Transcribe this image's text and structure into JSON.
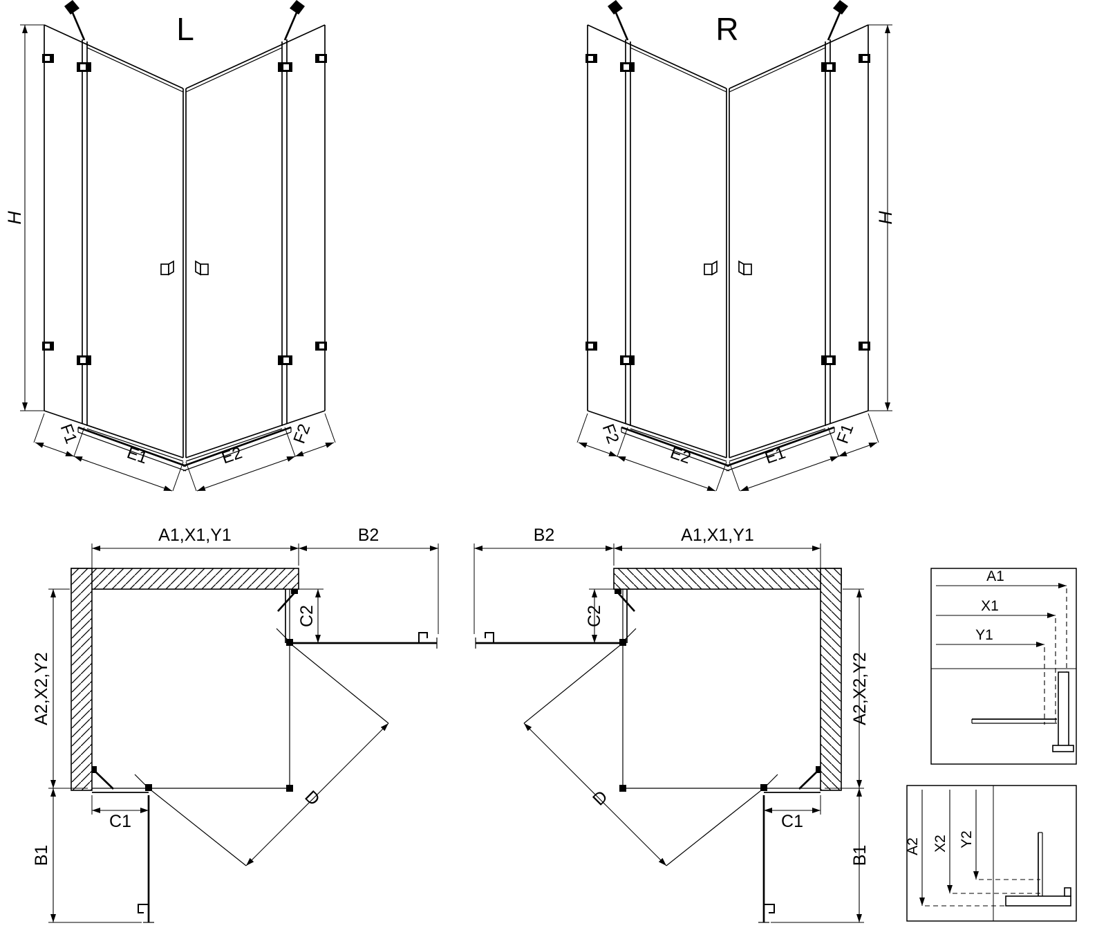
{
  "iso_left": {
    "title": "L",
    "height": "H",
    "fixed_left": "F1",
    "door_left": "E1",
    "door_right": "E2",
    "fixed_right": "F2"
  },
  "iso_right": {
    "title": "R",
    "height": "H",
    "fixed_left": "F2",
    "door_left": "E2",
    "door_right": "E1",
    "fixed_right": "F1"
  },
  "plan_left": {
    "width": "A1,X1,Y1",
    "door_side": "B2",
    "fixed_side": "C2",
    "depth": "A2,X2,Y2",
    "fixed_bottom": "C1",
    "door_bottom": "B1",
    "diagonal": "D"
  },
  "plan_right": {
    "width": "A1,X1,Y1",
    "door_side": "B2",
    "fixed_side": "C2",
    "depth": "A2,X2,Y2",
    "fixed_bottom": "C1",
    "door_bottom": "B1",
    "diagonal": "D"
  },
  "detail_width": {
    "dim1": "A1",
    "dim2": "X1",
    "dim3": "Y1"
  },
  "detail_depth": {
    "dim1": "A2",
    "dim2": "X2",
    "dim3": "Y2"
  }
}
